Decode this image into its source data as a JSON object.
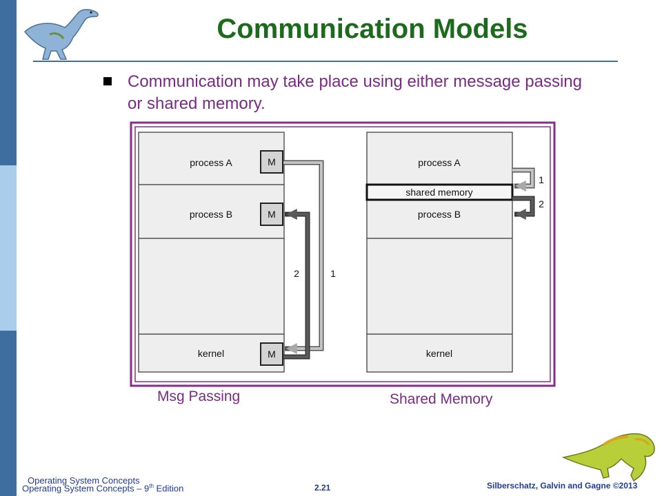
{
  "slide": {
    "title": "Communication Models",
    "bullet": "Communication may take place using either message passing or shared memory."
  },
  "diagram": {
    "msg_passing": {
      "caption": "Msg Passing",
      "process_a": "process A",
      "process_b": "process B",
      "kernel": "kernel",
      "mailbox": "M",
      "step_1": "1",
      "step_2": "2"
    },
    "shared_memory": {
      "caption": "Shared Memory",
      "process_a": "process A",
      "shared_region": "shared memory",
      "process_b": "process B",
      "kernel": "kernel",
      "step_1": "1",
      "step_2": "2"
    }
  },
  "footer": {
    "course": "Operating System Concepts",
    "book": "Operating System Concepts – 9",
    "edition_sup": "th",
    "edition_suffix": " Edition",
    "page": "2.21",
    "authors": "Silberschatz, Galvin and Gagne ©2013"
  },
  "colors": {
    "title": "#1c6b1c",
    "bullet_text": "#7a2a86",
    "frame": "#8a2a8c",
    "sidebar": "#3e6d9f",
    "footer": "#1f3a9a"
  },
  "icons": [
    "dinosaur-logo-icon",
    "dinosaur-footer-icon"
  ]
}
